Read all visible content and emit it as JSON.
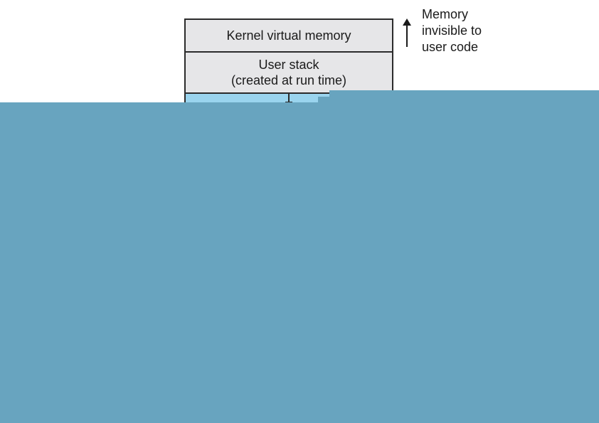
{
  "regions": {
    "kernel": {
      "label": "Kernel virtual memory"
    },
    "user_stack": {
      "line1": "User stack",
      "line2": "(created at run time)"
    }
  },
  "annotation": {
    "lines": [
      "Memory",
      "invisible to",
      "user code"
    ]
  },
  "colors": {
    "region_fill": "#e6e6e8",
    "shared_region_fill": "#9ad4ee",
    "border": "#2b2b2b",
    "occluding_overlay": "#68a4bf"
  },
  "icons": [
    "up-arrow-icon"
  ]
}
